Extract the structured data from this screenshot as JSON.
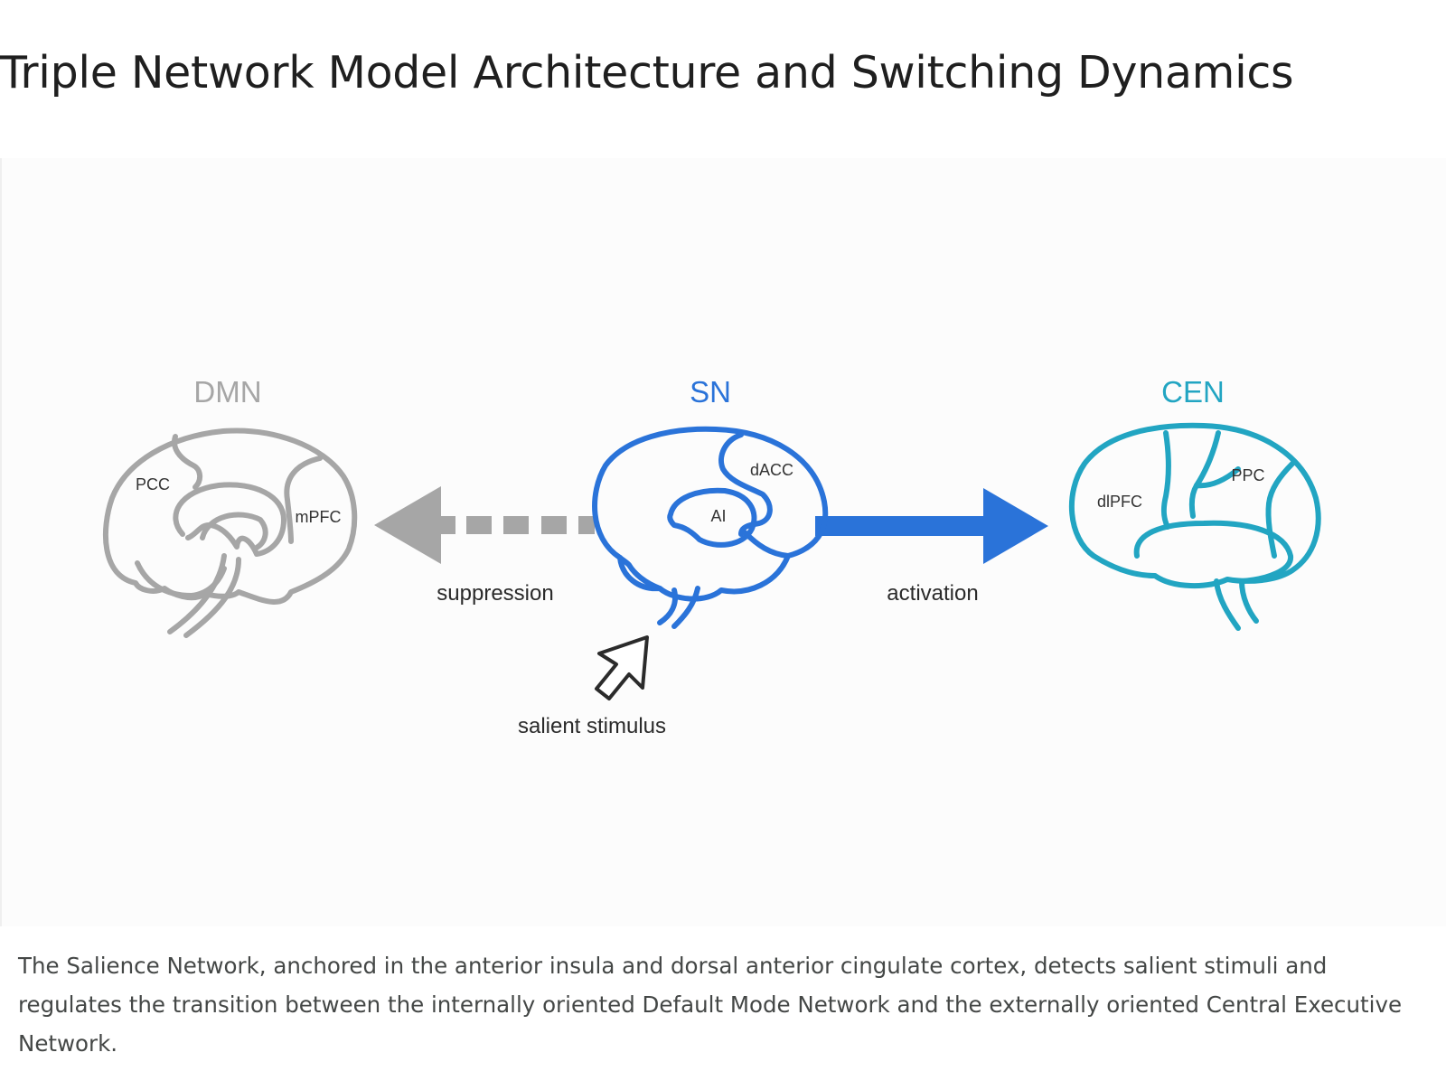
{
  "page": {
    "title": "Triple Network Model Architecture and Switching Dynamics",
    "caption": "The Salience Network, anchored in the anterior insula and dorsal anterior cingulate cortex, detects salient stimuli and regulates the transition between the internally oriented Default Mode Network and the externally oriented Central Executive Network."
  },
  "diagram": {
    "networks": {
      "dmn": {
        "label": "DMN",
        "color": "#a6a6a6",
        "regions": [
          "PCC",
          "mPFC"
        ]
      },
      "sn": {
        "label": "SN",
        "color": "#2a73d9",
        "regions": [
          "dACC",
          "AI"
        ]
      },
      "cen": {
        "label": "CEN",
        "color": "#22a5c2",
        "regions": [
          "dlPFC",
          "PPC"
        ]
      }
    },
    "arrows": {
      "suppression": {
        "label": "suppression",
        "color": "#a6a6a6",
        "style": "dashed"
      },
      "activation": {
        "label": "activation",
        "color": "#2a73d9",
        "style": "solid"
      }
    },
    "stimulus": {
      "label": "salient stimulus",
      "icon": "cursor-arrow-icon"
    }
  }
}
